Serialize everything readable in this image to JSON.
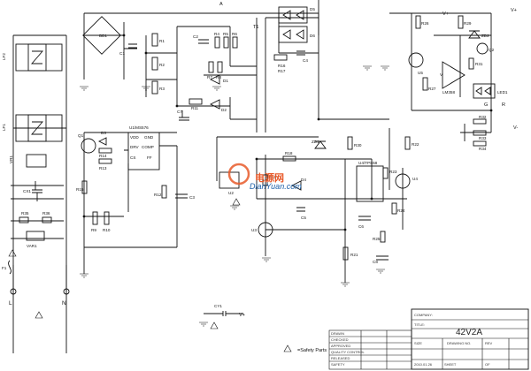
{
  "labels": {
    "top_a": "A",
    "lf2": "LF2",
    "lf1": "LF1",
    "vr1": "VR1",
    "cx1": "CX1",
    "r35": "R35",
    "r36": "R36",
    "var1": "VAR1",
    "f1": "F1",
    "l": "L",
    "n": "N",
    "bd1": "BD1",
    "c1": "C1",
    "r1": "R1",
    "r2": "R2",
    "r3": "R3",
    "c2": "C2",
    "r4": "R4",
    "r5": "R5",
    "r6": "R6",
    "r7": "R7",
    "r8": "R8",
    "d1": "D1",
    "d2": "D2",
    "r11": "R11",
    "c7": "C7",
    "t1": "T1",
    "d5": "D5",
    "d6": "D6",
    "c4": "C4",
    "r16": "R16",
    "r17": "R17",
    "q1": "Q1",
    "d3": "D3",
    "r14": "R14",
    "r13": "R13",
    "r15": "R15",
    "r9": "R9",
    "r10": "R10",
    "r12": "R12",
    "c3": "C3",
    "u1": "U1/MS576",
    "pin_vdd": "VDD",
    "pin_drv": "DRV",
    "pin_cs": "CS",
    "pin_gnd": "GND",
    "pin_comp": "COMP",
    "pin_ff": "FF",
    "zd1": "ZD1",
    "r30": "R30",
    "r18": "R18",
    "r19": "R19",
    "u2": "U2",
    "d4": "D4",
    "c5": "C5",
    "u3": "U3",
    "r21": "R21",
    "u4_ic": "U4/TPS58",
    "r22": "R22",
    "r23": "R23",
    "u4": "U4",
    "c6": "C6",
    "r24": "R24",
    "r25": "R25",
    "c8": "C8",
    "r26": "R26",
    "r29": "R29",
    "vplus1": "V+",
    "vplus2": "V+",
    "u5": "U5",
    "lm358": "LM358",
    "r27": "R27",
    "zd2": "ZD2",
    "q2": "Q2",
    "r31": "R31",
    "r32": "R32",
    "r33": "R33",
    "r34": "R34",
    "led1": "LED1",
    "g": "G",
    "r": "R",
    "vminus": "V-",
    "cy1": "CY1",
    "vplus3": "V+",
    "v_op": "V"
  },
  "watermark": {
    "cn": "电源网",
    "en": "DianYuan.com"
  },
  "legend": {
    "text": "=Safety Parts"
  },
  "title_block": {
    "company_label": "COMPANY:",
    "title_label": "TITLE:",
    "title_value": "42V2A",
    "rows": [
      "DRAWN",
      "CHECKED",
      "APPROVED",
      "QUALITY CONTROL",
      "RELEASED",
      "SAFETY"
    ],
    "drawing_no": "DRAWING NO.",
    "rev": "REV",
    "size": "SIZE",
    "sheet": "SHEET",
    "of": "OF",
    "date": "2010.01.26"
  }
}
